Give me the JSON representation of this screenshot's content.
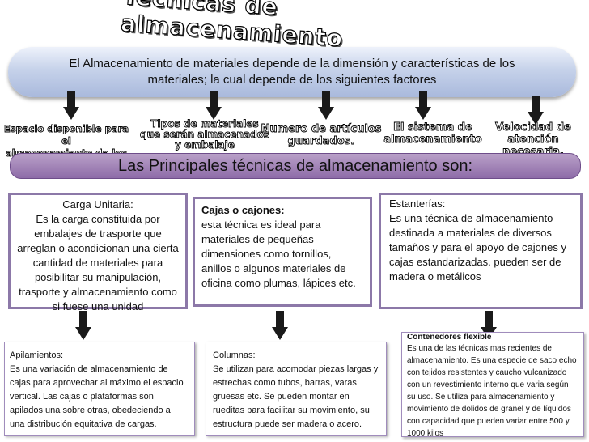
{
  "title": "Técnicas de  almacenamiento",
  "banner": {
    "line1": "El Almacenamiento de materiales depende  de la dimensión  y características de los",
    "line2": "materiales; la cual depende  de los siguientes factores"
  },
  "factors": [
    {
      "line1": "Espacio disponible para el",
      "line2": "almacenamiento de los materiales",
      "line3": ""
    },
    {
      "line1": "Tipos de materiales",
      "line2": "que serán almacenados",
      "line3": "y embalaje"
    },
    {
      "line1": "Numero de artículos",
      "line2": "guardados.",
      "line3": ""
    },
    {
      "line1": "El sistema de",
      "line2": "almacenamiento",
      "line3": ""
    },
    {
      "line1": "Velocidad de atención",
      "line2": "necesaria.",
      "line3": ""
    }
  ],
  "subtitle": "Las Principales técnicas de almacenamiento son:",
  "techniques": {
    "carga": {
      "title": "Carga Unitaria:",
      "lines": [
        "Es la carga constituida por",
        "embalajes de trasporte que",
        "arreglan o acondicionan una cierta",
        "cantidad de materiales para",
        "posibilitar su manipulación,",
        "trasporte y almacenamiento como",
        "si fuese una unidad"
      ]
    },
    "cajas": {
      "title": "Cajas o cajones:",
      "lines": [
        "esta técnica es ideal para",
        "materiales de pequeñas",
        "dimensiones como tornillos,",
        "anillos o algunos materiales de",
        "oficina como plumas, lápices  etc."
      ]
    },
    "estanterias": {
      "title": "Estanterías:",
      "lines": [
        "Es una técnica de almacenamiento",
        "destinada  a materiales de diversos",
        "tamaños  y para el apoyo de cajones y",
        "cajas estandarizadas. pueden ser de",
        "madera o metálicos"
      ]
    },
    "apilamientos": {
      "title": "Apilamientos:",
      "lines": [
        "Es una variación de almacenamiento de",
        "cajas para aprovechar al máximo el espacio",
        "vertical. Las cajas o plataformas son",
        "apilados una sobre otras, obedeciendo a",
        "una distribución equitativa de cargas."
      ]
    },
    "columnas": {
      "title": "Columnas:",
      "lines": [
        "Se utilizan para acomodar piezas largas y",
        "estrechas como tubos, barras, varas",
        "gruesas  etc. Se pueden montar en",
        "rueditas para facilitar su movimiento, su",
        "estructura puede ser madera o acero."
      ]
    },
    "contenedores": {
      "title": "Contenedores flexible",
      "lines": [
        "Es una de las técnicas mas recientes de",
        "almacenamiento. Es una especie de saco echo",
        "con tejidos resistentes y caucho vulcanizado",
        "con un revestimiento interno que varia según",
        "su uso. Se utiliza para almacenamiento y",
        "movimiento de dolidos de granel y de líquidos",
        "con capacidad que pueden variar entre 500 y",
        "1000 kilos"
      ]
    }
  },
  "colors": {
    "accent": "#7e5aa0",
    "banner": "#b7c5e4",
    "subbar": "#9f82b8",
    "arrow": "#1a1a1a"
  }
}
